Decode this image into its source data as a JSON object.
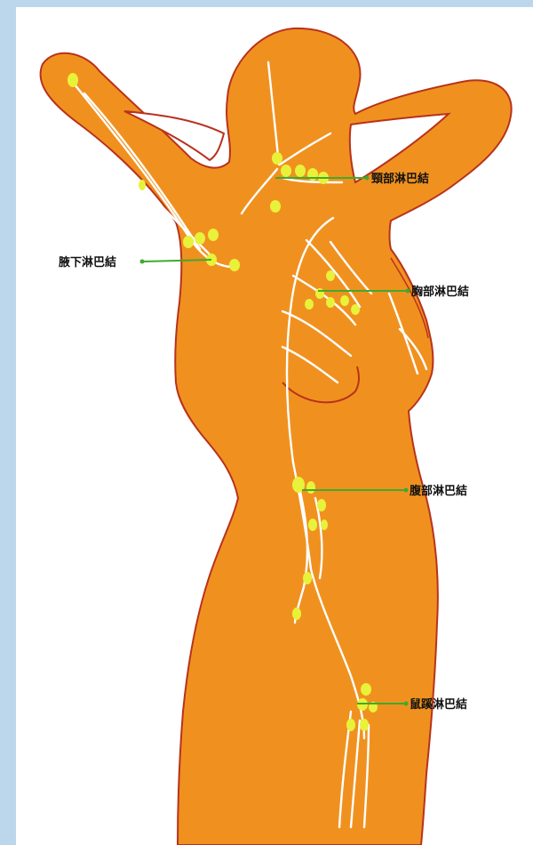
{
  "labels": {
    "neck": "頸部淋巴結",
    "axilla": "腋下淋巴結",
    "chest": "胸部淋巴結",
    "abdomen": "腹部淋巴結",
    "groin": "鼠蹊淋巴結"
  },
  "colors": {
    "background": "#bcd7ec",
    "body": "#f0911f",
    "outline": "#b8321c",
    "vessel": "#ffffff",
    "node": "#e8f23a",
    "pointer": "#3faa2e"
  },
  "icons": {
    "body": "human-figure",
    "node": "lymph-node-dot",
    "pointer": "arrow-line"
  }
}
